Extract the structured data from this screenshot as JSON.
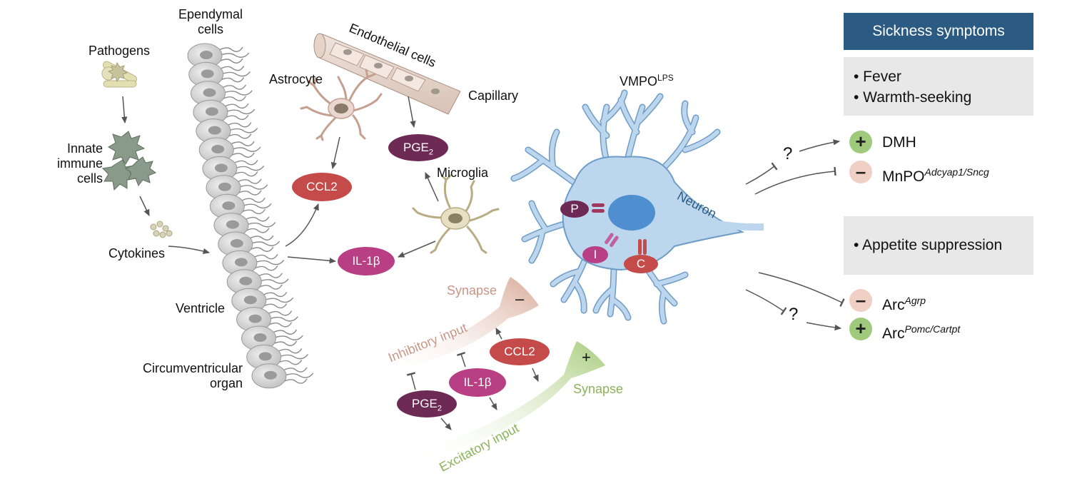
{
  "labels": {
    "pathogens": "Pathogens",
    "innate_immune_cells": [
      "Innate",
      "immune",
      "cells"
    ],
    "cytokines": "Cytokines",
    "ependymal_cells": [
      "Ependymal",
      "cells"
    ],
    "ventricle": "Ventricle",
    "circumventricular_organ": [
      "Circumventricular",
      "organ"
    ],
    "astrocyte": "Astrocyte",
    "endothelial_cells": "Endothelial cells",
    "capillary": "Capillary",
    "microglia": "Microglia",
    "vmpo": "VMPO",
    "vmpo_sup": "LPS",
    "neuron": "Neuron",
    "synapse_inhibitory": "Synapse",
    "synapse_excitatory": "Synapse",
    "inhibitory_input": "Inhibitory input",
    "excitatory_input": "Excitatory input",
    "inhibitory_sign": "–",
    "excitatory_sign": "+"
  },
  "molecules": {
    "pge2_top": "PGE",
    "pge2_top_sub": "2",
    "ccl2_top": "CCL2",
    "il1b_mid": "IL-1β",
    "ccl2_bottom": "CCL2",
    "il1b_bottom": "IL-1β",
    "pge2_bottom": "PGE",
    "pge2_bottom_sub": "2"
  },
  "receptors": {
    "p": "P",
    "i": "I",
    "c": "C"
  },
  "sickness_panel": {
    "header": "Sickness symptoms",
    "group1": [
      "• Fever",
      "• Warmth-seeking"
    ],
    "group2": [
      "• Appetite suppression"
    ]
  },
  "targets": {
    "dmh": {
      "sign": "+",
      "name": "DMH",
      "sup": ""
    },
    "mnpo": {
      "sign": "–",
      "name": "MnPO",
      "sup": "Adcyap1/Sncg"
    },
    "arc_agrp": {
      "sign": "–",
      "name": "Arc",
      "sup": "Agrp"
    },
    "arc_pomc": {
      "sign": "+",
      "name": "Arc",
      "sup": "Pomc/Cartpt"
    },
    "question_mark": "?"
  },
  "colors": {
    "header_blue": "#2b5a82",
    "panel_grey": "#e8e8e8",
    "neuron_blue": "#bcd6ee",
    "neuron_stroke": "#6e9cc6",
    "nucleus_blue": "#4f8fd0",
    "pge2_purple": "#6d2a55",
    "ccl2_red": "#c54b4b",
    "il1b_magenta": "#b83f83",
    "plus_green": "#9fc97b",
    "minus_pink": "#f0cfc4",
    "inhibitory_tan": "#d9aa98",
    "excitatory_green": "#a9cc7d"
  }
}
